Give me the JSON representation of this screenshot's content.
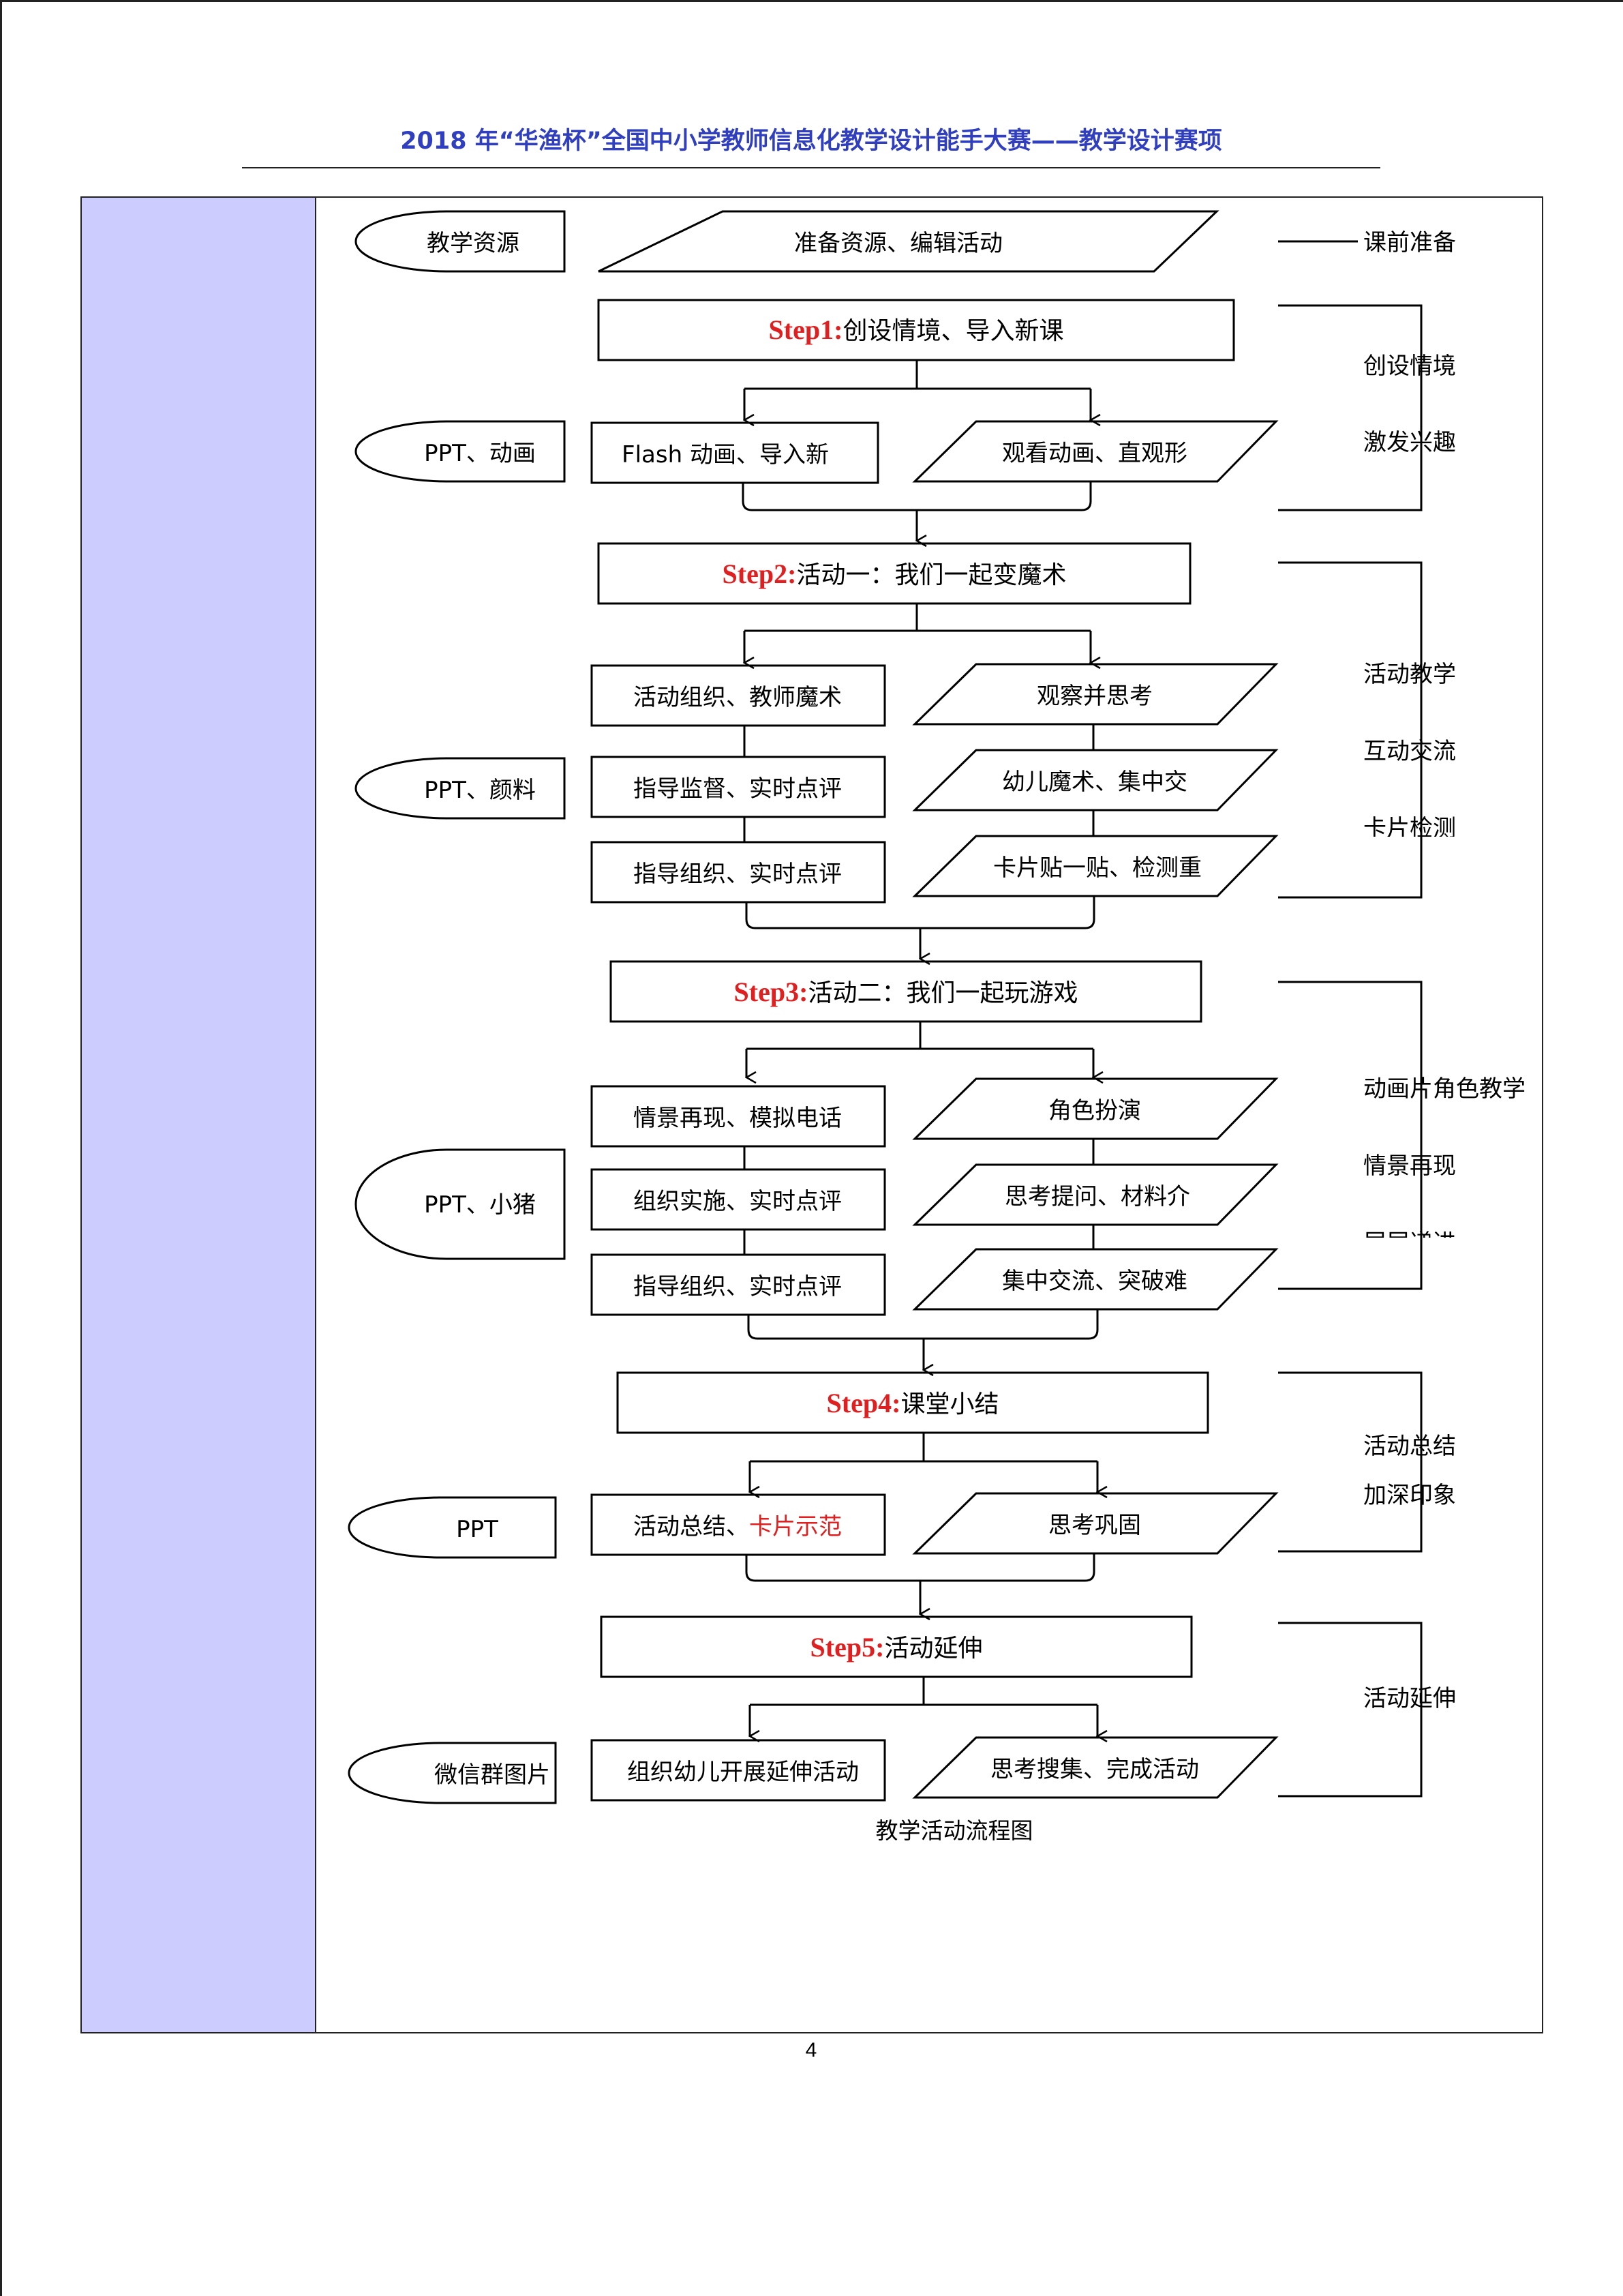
{
  "header": {
    "title": "2018 年“华渔杯”全国中小学教师信息化教学设计能手大赛——教学设计赛项"
  },
  "caption": "教学活动流程图",
  "page_number": "4",
  "colors": {
    "header": "#2f3fc0",
    "step_red": "#e02020",
    "side_column": "#ccccff"
  },
  "flow": {
    "resources": {
      "teaching_resources": "教学资源",
      "ppt_animation": "PPT、动画",
      "ppt_paint": "PPT、颜料",
      "ppt_pig": "PPT、小猪",
      "ppt": "PPT",
      "wechat_photos": "微信群图片"
    },
    "prep": "准备资源、编辑活动",
    "steps": [
      {
        "label": "Step1:",
        "text": "创设情境、导入新课"
      },
      {
        "label": "Step2:",
        "text": "活动一：我们一起变魔术"
      },
      {
        "label": "Step3:",
        "text": "活动二：我们一起玩游戏"
      },
      {
        "label": "Step4:",
        "text": "课堂小结"
      },
      {
        "label": "Step5:",
        "text": "活动延伸"
      }
    ],
    "teacher": {
      "s1": [
        "Flash 动画、导入新"
      ],
      "s2": [
        "活动组织、教师魔术",
        "指导监督、实时点评",
        "指导组织、实时点评"
      ],
      "s3": [
        "情景再现、模拟电话",
        "组织实施、实时点评",
        "指导组织、实时点评"
      ],
      "s4": {
        "prefix": "活动总结、",
        "highlight": "卡片示范"
      },
      "s5": [
        "组织幼儿开展延伸活动"
      ]
    },
    "student": {
      "s1": [
        "观看动画、直观形"
      ],
      "s2": [
        "观察并思考",
        "幼儿魔术、集中交",
        "卡片贴一贴、检测重"
      ],
      "s3": [
        "角色扮演",
        "思考提问、材料介",
        "集中交流、突破难"
      ],
      "s4": [
        "思考巩固"
      ],
      "s5": [
        "思考搜集、完成活动"
      ]
    },
    "notes": {
      "prep": "课前准备",
      "s1": [
        "创设情境",
        "激发兴趣"
      ],
      "s2": [
        "活动教学",
        "互动交流",
        "卡片检测"
      ],
      "s3": [
        "动画片角色教学",
        "情景再现",
        "层层递进"
      ],
      "s4": [
        "活动总结",
        "加深印象"
      ],
      "s5": [
        "活动延伸"
      ]
    }
  }
}
